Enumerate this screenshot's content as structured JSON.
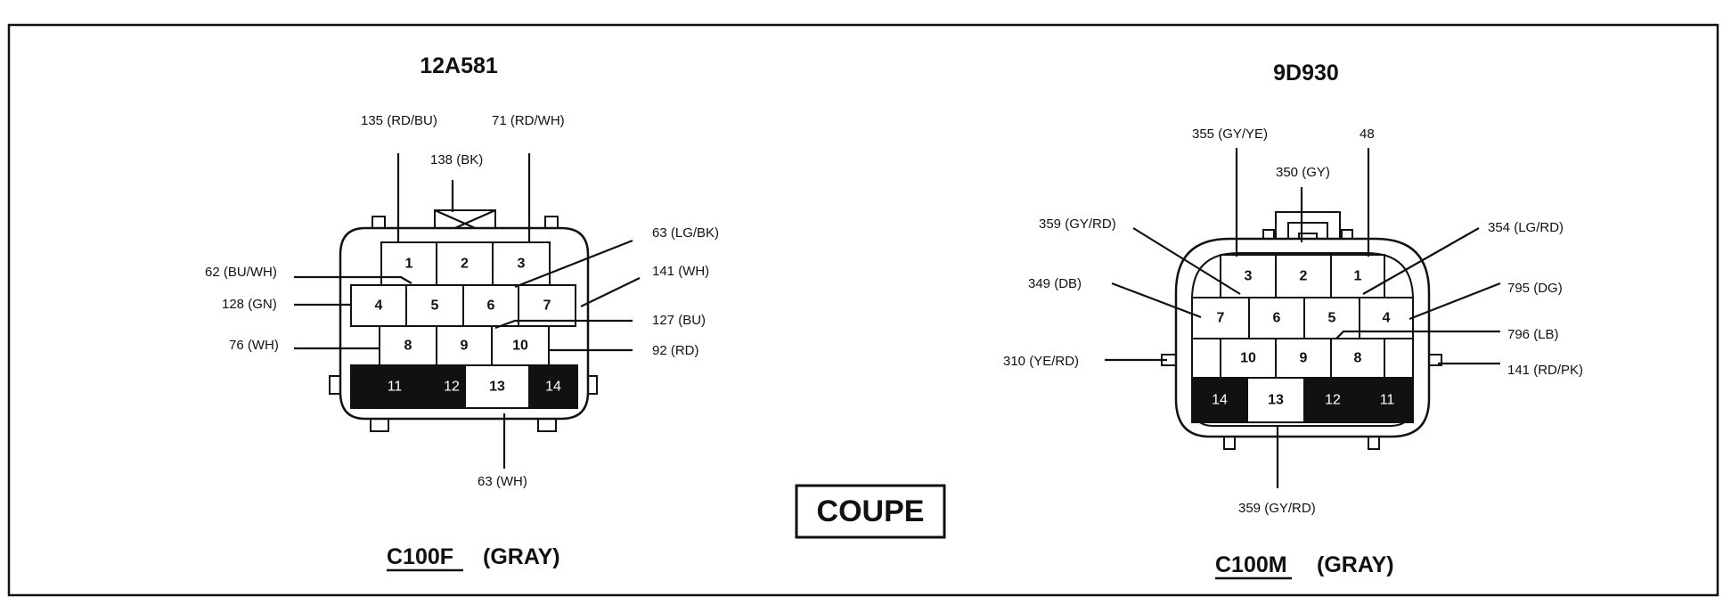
{
  "badge": "COUPE",
  "left": {
    "part_number": "12A581",
    "connector_id": "C100F",
    "connector_color": "(GRAY)",
    "pins": [
      {
        "n": "1",
        "dark": false
      },
      {
        "n": "2",
        "dark": false
      },
      {
        "n": "3",
        "dark": false
      },
      {
        "n": "4",
        "dark": false
      },
      {
        "n": "5",
        "dark": false
      },
      {
        "n": "6",
        "dark": false
      },
      {
        "n": "7",
        "dark": false
      },
      {
        "n": "8",
        "dark": false
      },
      {
        "n": "9",
        "dark": false
      },
      {
        "n": "10",
        "dark": false
      },
      {
        "n": "11",
        "dark": true
      },
      {
        "n": "12",
        "dark": true
      },
      {
        "n": "13",
        "dark": false
      },
      {
        "n": "14",
        "dark": true
      }
    ],
    "wires": [
      {
        "circuit": "135 (RD/BU)"
      },
      {
        "circuit": "71 (RD/WH)"
      },
      {
        "circuit": "138 (BK)"
      },
      {
        "circuit": "63 (LG/BK)"
      },
      {
        "circuit": "62 (BU/WH)"
      },
      {
        "circuit": "141 (WH)"
      },
      {
        "circuit": "128 (GN)"
      },
      {
        "circuit": "127 (BU)"
      },
      {
        "circuit": "76 (WH)"
      },
      {
        "circuit": "92 (RD)"
      },
      {
        "circuit": "63 (WH)"
      }
    ]
  },
  "right": {
    "part_number": "9D930",
    "connector_id": "C100M",
    "connector_color": "(GRAY)",
    "pins": [
      {
        "n": "3",
        "dark": false
      },
      {
        "n": "2",
        "dark": false
      },
      {
        "n": "1",
        "dark": false
      },
      {
        "n": "7",
        "dark": false
      },
      {
        "n": "6",
        "dark": false
      },
      {
        "n": "5",
        "dark": false
      },
      {
        "n": "4",
        "dark": false
      },
      {
        "n": "10",
        "dark": false
      },
      {
        "n": "9",
        "dark": false
      },
      {
        "n": "8",
        "dark": false
      },
      {
        "n": "14",
        "dark": true
      },
      {
        "n": "13",
        "dark": false
      },
      {
        "n": "12",
        "dark": true
      },
      {
        "n": "11",
        "dark": true
      }
    ],
    "wires": [
      {
        "circuit": "355 (GY/YE)"
      },
      {
        "circuit": "48"
      },
      {
        "circuit": "350 (GY)"
      },
      {
        "circuit": "359 (GY/RD)"
      },
      {
        "circuit": "354 (LG/RD)"
      },
      {
        "circuit": "349 (DB)"
      },
      {
        "circuit": "795 (DG)"
      },
      {
        "circuit": "796 (LB)"
      },
      {
        "circuit": "310 (YE/RD)"
      },
      {
        "circuit": "141 (RD/PK)"
      },
      {
        "circuit": "359 (GY/RD)"
      }
    ]
  }
}
